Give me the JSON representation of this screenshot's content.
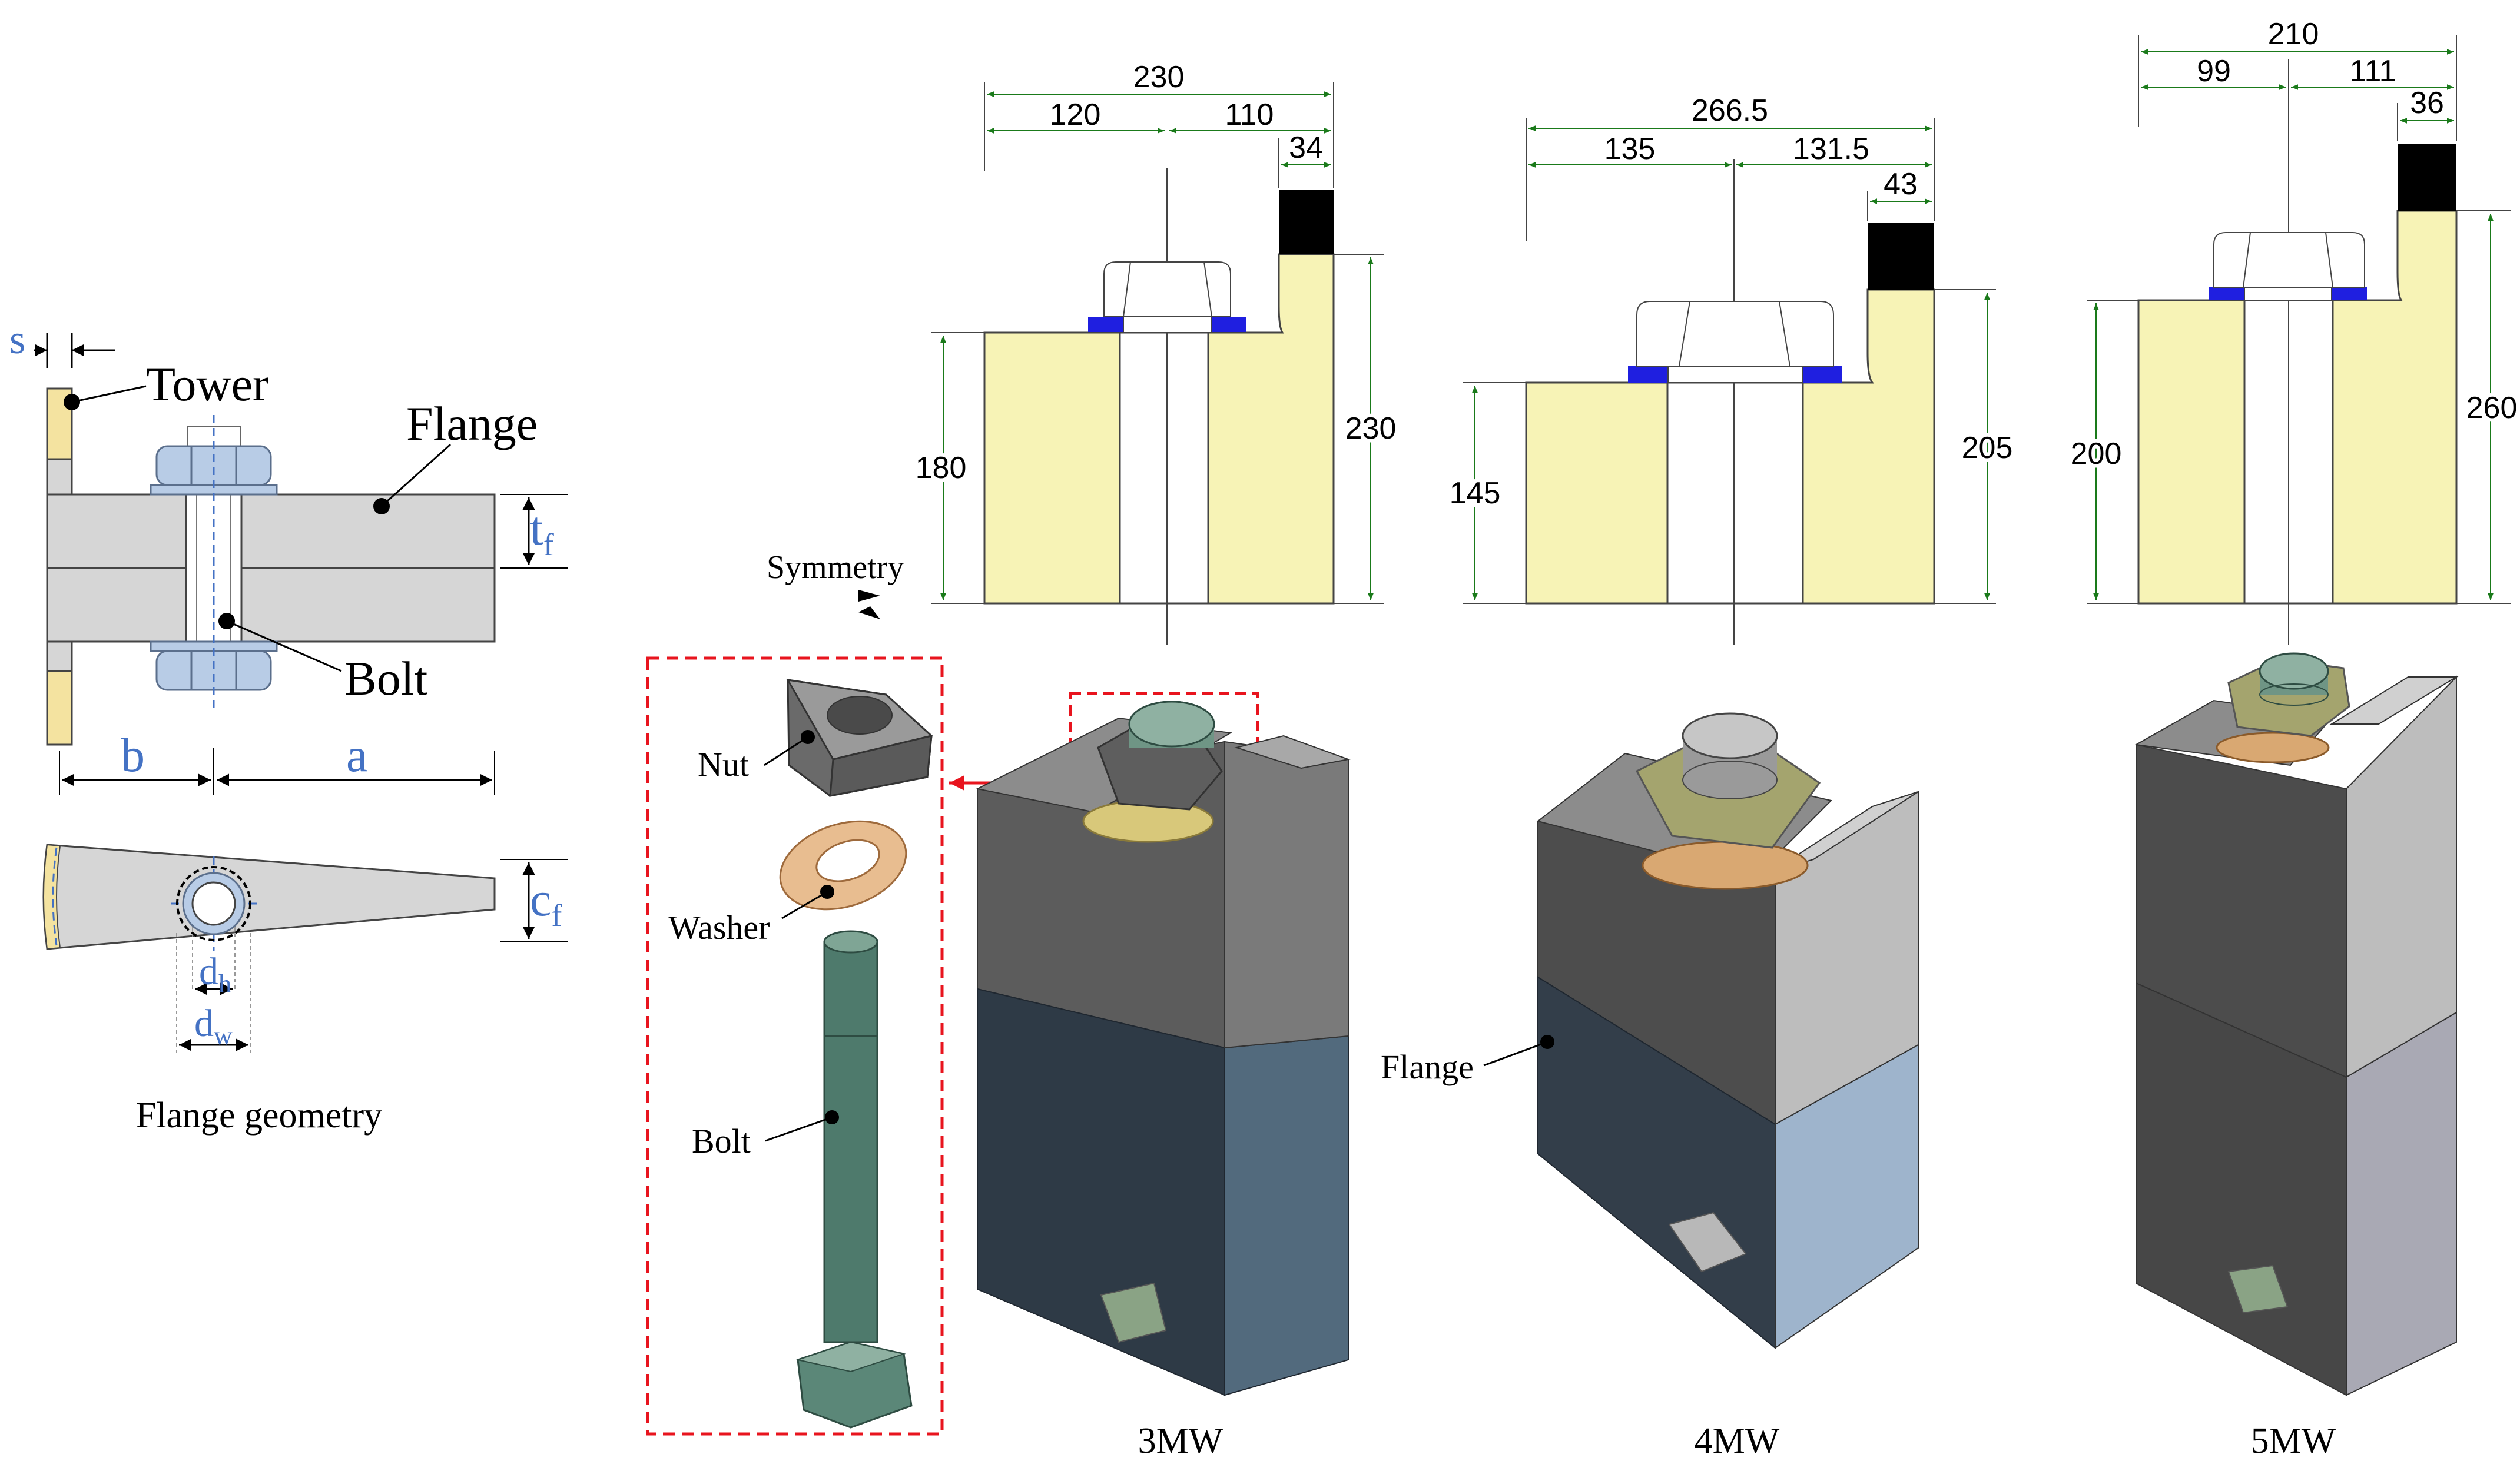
{
  "geometry_sketch": {
    "labels": {
      "tower": "Tower",
      "flange": "Flange",
      "bolt": "Bolt",
      "caption": "Flange geometry"
    },
    "symbols": {
      "s": "s",
      "tf_main": "t",
      "tf_sub": "f",
      "b": "b",
      "a": "a",
      "cf_main": "c",
      "cf_sub": "f",
      "dh_main": "d",
      "dh_sub": "h",
      "dw_main": "d",
      "dw_sub": "w"
    }
  },
  "sections": [
    {
      "id": "3MW",
      "total_width": "230",
      "left_width": "120",
      "right_width": "110",
      "wall_width": "34",
      "left_height": "180",
      "right_height": "230"
    },
    {
      "id": "4MW",
      "total_width": "266.5",
      "left_width": "135",
      "right_width": "131.5",
      "wall_width": "43",
      "left_height": "145",
      "right_height": "205"
    },
    {
      "id": "5MW",
      "total_width": "210",
      "left_width": "99",
      "right_width": "111",
      "wall_width": "36",
      "left_height": "200",
      "right_height": "260"
    }
  ],
  "symmetry_label": "Symmetry",
  "parts_box": {
    "nut": "Nut",
    "washer": "Washer",
    "bolt": "Bolt"
  },
  "model_labels": {
    "flange": "Flange"
  },
  "captions": [
    "3MW",
    "4MW",
    "5MW"
  ],
  "colors": {
    "flange_section": "#f7f3b6",
    "washer_section": "#1f1fe0",
    "tower_wall": "#000000",
    "sketch_flange": "#d6d6d6",
    "sketch_tower": "#f4e3a0",
    "sketch_bolt": "#b8cce6",
    "annotation_blue": "#4472c4",
    "callout_red": "#e8141e",
    "dimension_green": "#1a7a1a"
  }
}
